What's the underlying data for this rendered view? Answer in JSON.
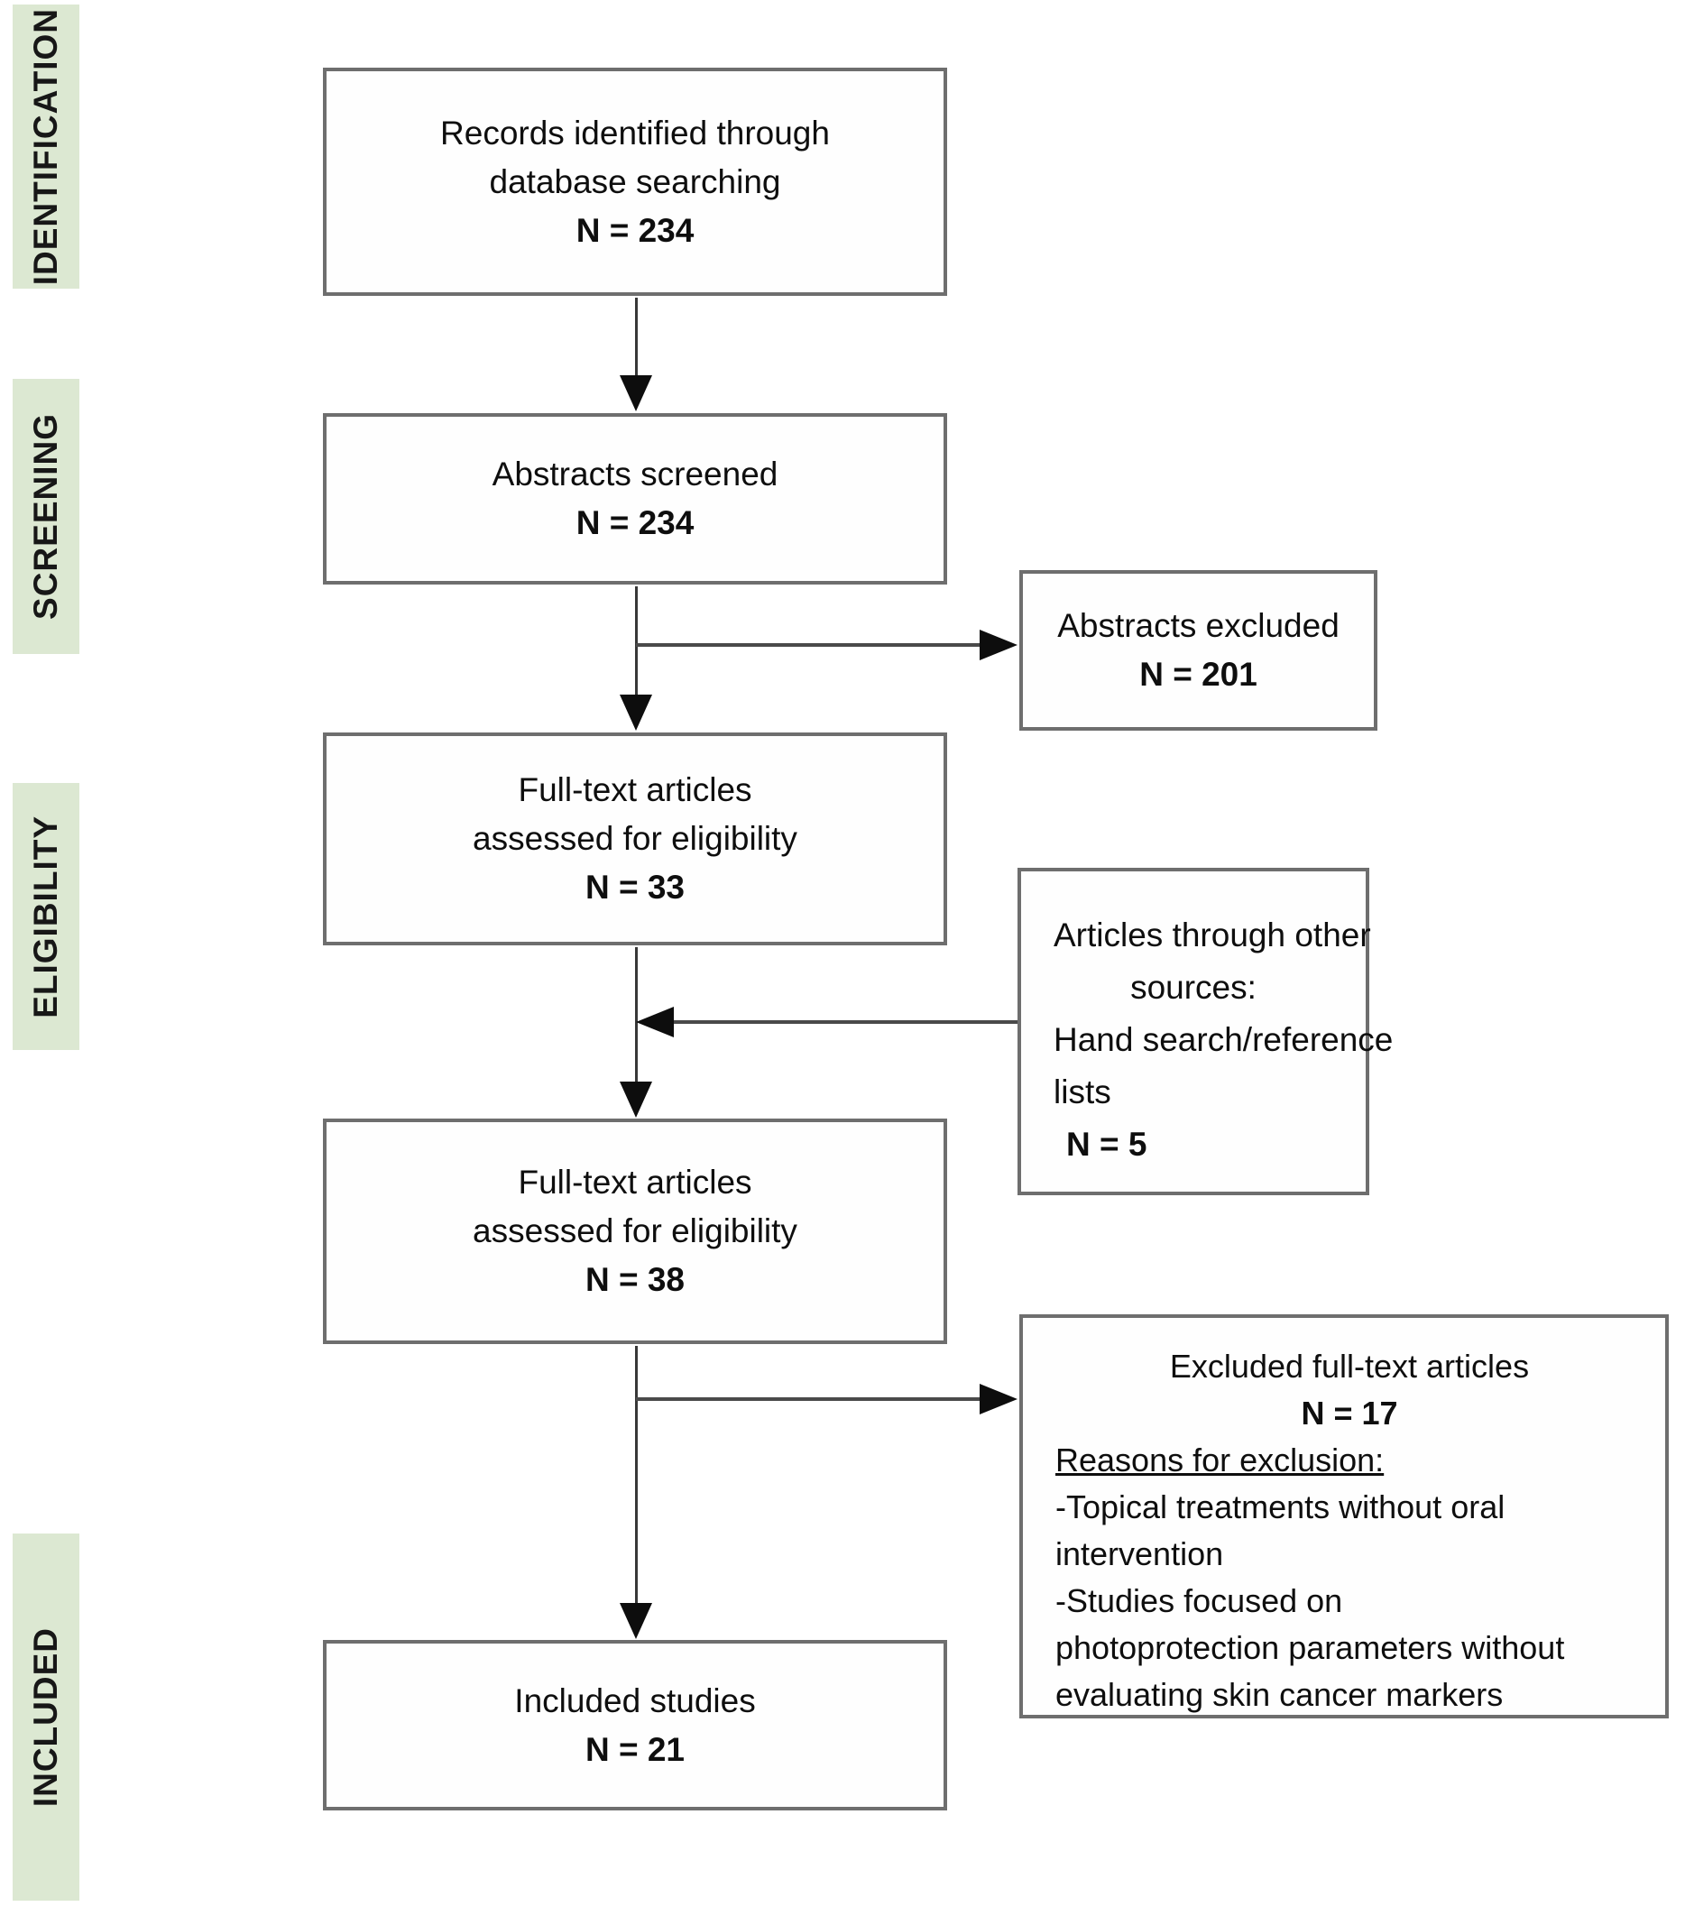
{
  "sidebar": {
    "labels": [
      "IDENTIFICATION",
      "SCREENING",
      "ELIGIBILITY",
      "INCLUDED"
    ]
  },
  "boxes": {
    "records": {
      "line1": "Records identified through",
      "line2": "database searching",
      "count": "N = 234"
    },
    "abstracts_screened": {
      "line1": "Abstracts screened",
      "count": "N = 234"
    },
    "abstracts_excluded": {
      "line1": "Abstracts excluded",
      "count": "N = 201"
    },
    "fulltext_33": {
      "line1": "Full-text articles",
      "line2": "assessed for eligibility",
      "count": "N = 33"
    },
    "other_sources": {
      "title1": "Articles through other",
      "title2": "sources:",
      "body1": "Hand search/reference",
      "body2": "lists",
      "count": "N = 5"
    },
    "fulltext_38": {
      "line1": "Full-text articles",
      "line2": "assessed for eligibility",
      "count": "N = 38"
    },
    "excluded_fulltext": {
      "title": "Excluded full-text articles",
      "count": "N = 17",
      "reasons_heading": "Reasons for exclusion:",
      "reason_lines": [
        "-Topical treatments without oral",
        "intervention",
        "-Studies focused on",
        "photoprotection parameters without",
        "evaluating skin cancer markers"
      ]
    },
    "included": {
      "line1": "Included studies",
      "count": "N = 21"
    }
  },
  "colors": {
    "stage_bg": "#dce8d2",
    "box_border": "#6e6e6e",
    "connector": "#383838"
  }
}
